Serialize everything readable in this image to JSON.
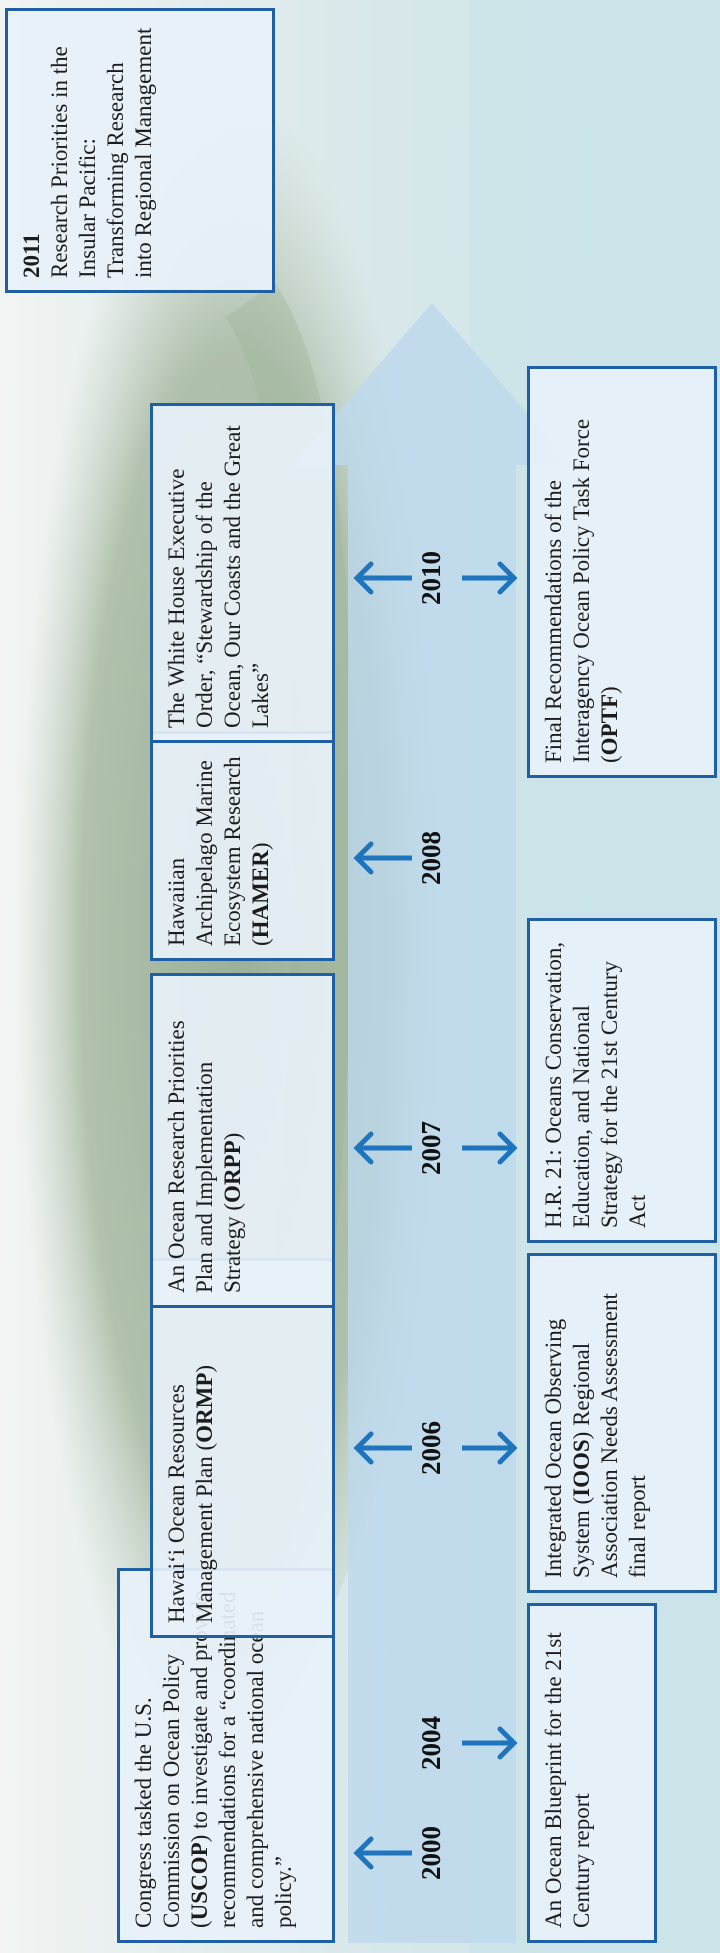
{
  "timeline": {
    "years": [
      "2000",
      "2004",
      "2006",
      "2007",
      "2008",
      "2010"
    ],
    "events": [
      {
        "id": "2000-uscop",
        "year": "2000",
        "position": "above",
        "parts": [
          {
            "text": "Congress tasked the U.S. Commission on Ocean Policy (",
            "bold": false
          },
          {
            "text": "USCOP",
            "bold": true
          },
          {
            "text": ") to investigate and provide recommendations for a “coordinated and comprehensive national ocean policy.”",
            "bold": false
          }
        ]
      },
      {
        "id": "2004-blueprint",
        "year": "2004",
        "position": "below",
        "parts": [
          {
            "text": "An Ocean Blueprint for the 21st Century report",
            "bold": false
          }
        ]
      },
      {
        "id": "2006-ormp",
        "year": "2006",
        "position": "above",
        "parts": [
          {
            "text": "Hawai‘i Ocean Resources Management Plan (",
            "bold": false
          },
          {
            "text": "ORMP",
            "bold": true
          },
          {
            "text": ")",
            "bold": false
          }
        ]
      },
      {
        "id": "2006-ioos",
        "year": "2006",
        "position": "below",
        "parts": [
          {
            "text": "Integrated Ocean Observing System (",
            "bold": false
          },
          {
            "text": "IOOS",
            "bold": true
          },
          {
            "text": ") Regional Association Needs Assessment final report",
            "bold": false
          }
        ]
      },
      {
        "id": "2007-orpp",
        "year": "2007",
        "position": "above",
        "parts": [
          {
            "text": "An Ocean Research Priorities Plan and Implementation Strategy (",
            "bold": false
          },
          {
            "text": "ORPP",
            "bold": true
          },
          {
            "text": ")",
            "bold": false
          }
        ]
      },
      {
        "id": "2007-hr21",
        "year": "2007",
        "position": "below",
        "parts": [
          {
            "text": "H.R. 21: Oceans Conservation, Education, and National Strategy for the 21st Century Act",
            "bold": false
          }
        ]
      },
      {
        "id": "2008-hamer",
        "year": "2008",
        "position": "above",
        "parts": [
          {
            "text": "Hawaiian Archipelago Marine Ecosystem Research (",
            "bold": false
          },
          {
            "text": "HAMER",
            "bold": true
          },
          {
            "text": ")",
            "bold": false
          }
        ]
      },
      {
        "id": "2010-executive-order",
        "year": "2010",
        "position": "above",
        "parts": [
          {
            "text": "The White House Executive Order, “Stewardship of the Ocean, Our Coasts and the Great Lakes”",
            "bold": false
          }
        ]
      },
      {
        "id": "2010-optf",
        "year": "2010",
        "position": "below",
        "parts": [
          {
            "text": "Final Recommendations of the Interagency Ocean Policy Task Force (",
            "bold": false
          },
          {
            "text": "OPTF",
            "bold": true
          },
          {
            "text": ")",
            "bold": false
          }
        ]
      }
    ],
    "final_event": {
      "year": "2011",
      "parts": [
        {
          "text": "Research Priorities in the Insular Pacific: Transforming Research into Regional Management",
          "bold": false
        }
      ]
    }
  },
  "colors": {
    "box_border": "#1f5fa6",
    "connector_arrow": "#1f74be",
    "timeline_band": "#bcd8ec"
  }
}
